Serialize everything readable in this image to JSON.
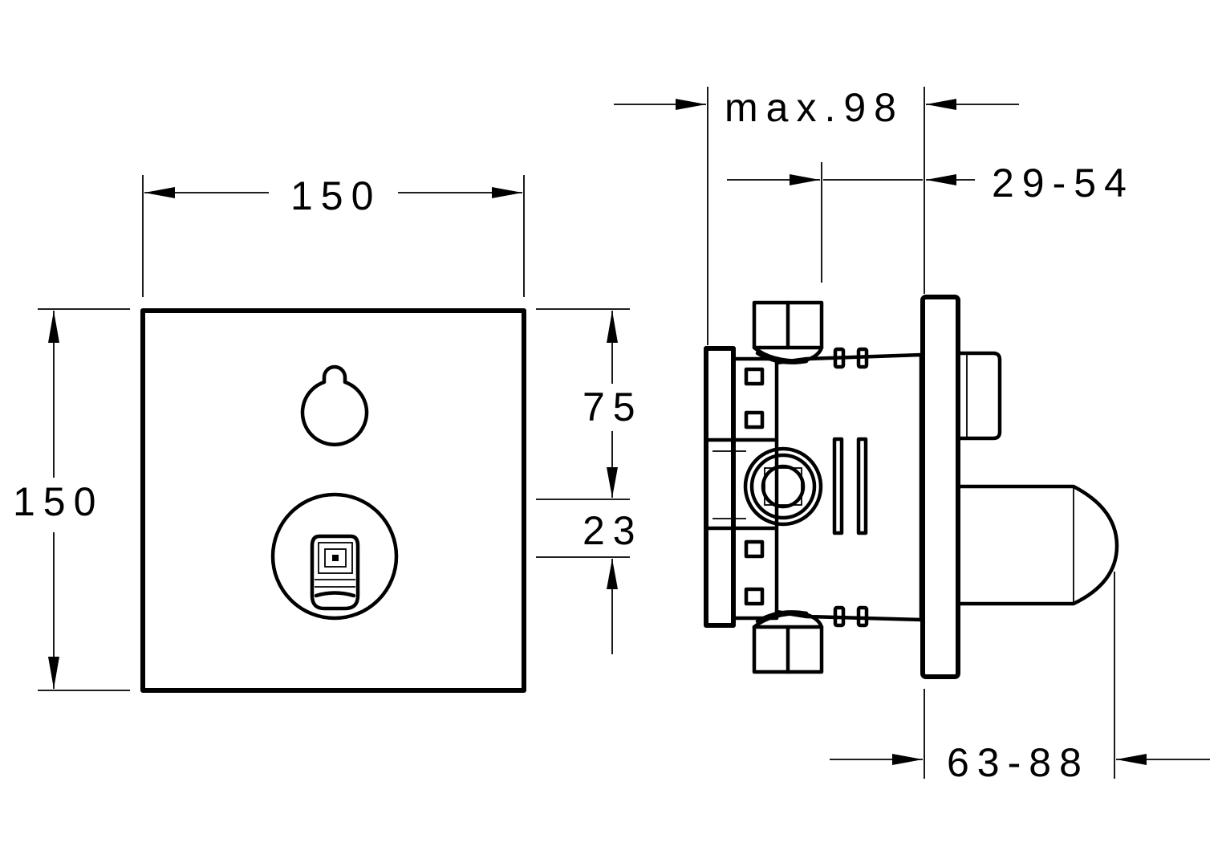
{
  "dimensions": {
    "front_width": "150",
    "front_height": "150",
    "upper_offset": "75",
    "lower_offset": "23",
    "max_depth": "max.98",
    "wall_depth": "29-54",
    "projection": "63-88"
  }
}
